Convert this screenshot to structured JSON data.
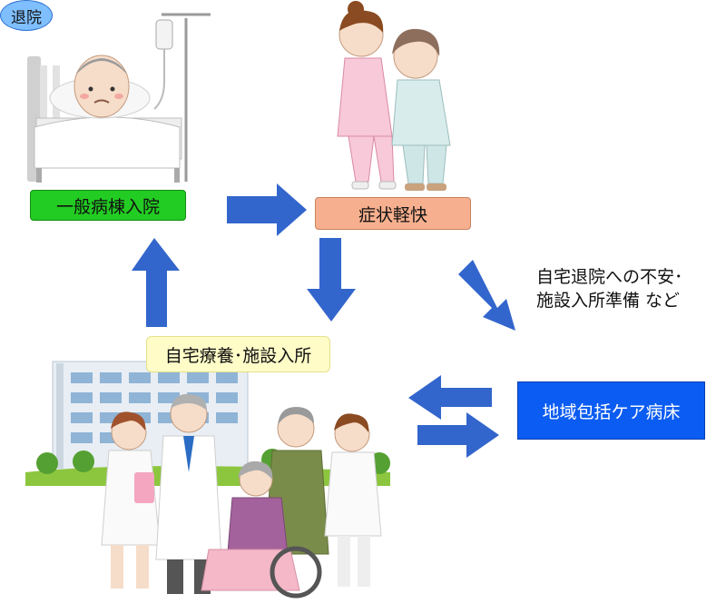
{
  "nodes": {
    "general_ward": "一般病棟入院",
    "recovery": "症状軽快",
    "home_facility": "自宅療養･施設入所",
    "community_care": "地域包括ケア病床"
  },
  "discharge_label": "退院",
  "note_lines": [
    "自宅退院への不安･",
    "施設入所準備 など"
  ],
  "colors": {
    "arrow": "#3366cc",
    "general_ward": "#22cc22",
    "recovery": "#f7b08f",
    "home_facility": "#fffcc8",
    "community_care": "#0b5cf2",
    "discharge": "#7fbfff"
  },
  "illustrations": [
    "patient-in-hospital-bed",
    "nurse-helping-elderly-woman",
    "hospital-building-with-staff-and-wheelchair-patient"
  ]
}
